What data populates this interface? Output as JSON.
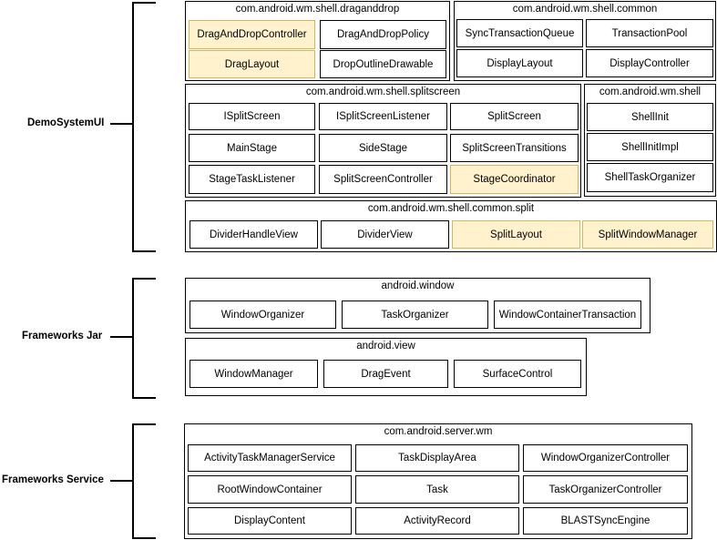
{
  "layers": {
    "demo": "DemoSystemUI",
    "jar": "Frameworks Jar",
    "service": "Frameworks Service"
  },
  "packages": {
    "draganddrop": {
      "title": "com.android.wm.shell.draganddrop",
      "classes": [
        "DragAndDropController",
        "DragAndDropPolicy",
        "DragLayout",
        "DropOutlineDrawable"
      ]
    },
    "common": {
      "title": "com.android.wm.shell.common",
      "classes": [
        "SyncTransactionQueue",
        "TransactionPool",
        "DisplayLayout",
        "DisplayController"
      ]
    },
    "splitscreen": {
      "title": "com.android.wm.shell.splitscreen",
      "classes": [
        "ISplitScreen",
        "ISplitScreenListener",
        "SplitScreen",
        "MainStage",
        "SideStage",
        "SplitScreenTransitions",
        "StageTaskListener",
        "SplitScreenController",
        "StageCoordinator"
      ]
    },
    "shell": {
      "title": "com.android.wm.shell",
      "classes": [
        "ShellInit",
        "ShellInitImpl",
        "ShellTaskOrganizer"
      ]
    },
    "common_split": {
      "title": "com.android.wm.shell.common.split",
      "classes": [
        "DividerHandleView",
        "DividerView",
        "SplitLayout",
        "SplitWindowManager"
      ]
    },
    "window": {
      "title": "android.window",
      "classes": [
        "WindowOrganizer",
        "TaskOrganizer",
        "WindowContainerTransaction"
      ]
    },
    "view": {
      "title": "android.view",
      "classes": [
        "WindowManager",
        "DragEvent",
        "SurfaceControl"
      ]
    },
    "server_wm": {
      "title": "com.android.server.wm",
      "classes": [
        "ActivityTaskManagerService",
        "TaskDisplayArea",
        "WindowOrganizerController",
        "RootWindowContainer",
        "Task",
        "TaskOrganizerController",
        "DisplayContent",
        "ActivityRecord",
        "BLASTSyncEngine"
      ]
    }
  },
  "colors": {
    "highlight_fill": "#fff2cc",
    "highlight_border": "#d6b656",
    "line": "#000000",
    "background": "#ffffff"
  }
}
